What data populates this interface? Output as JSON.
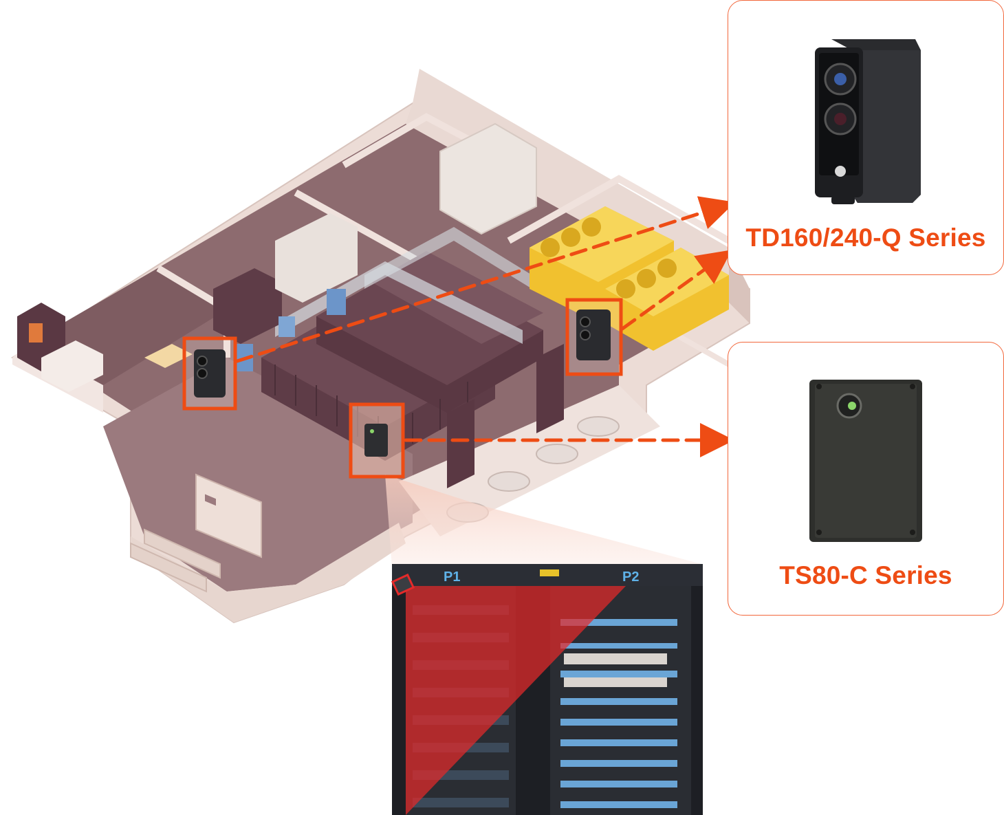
{
  "products": [
    {
      "label": "TD160/240-Q Series",
      "icon": "dual-lens-sensor-icon"
    },
    {
      "label": "TS80-C Series",
      "icon": "single-lens-sensor-icon"
    }
  ],
  "rack_labels": {
    "left": "P1",
    "right": "P2"
  },
  "colors": {
    "accent": "#ee4c14",
    "card_border": "#f2663a",
    "floor": "#f1e4df",
    "wall": "#8e6a6e",
    "rack": "#5a3a44",
    "generator": "#f2c430"
  }
}
